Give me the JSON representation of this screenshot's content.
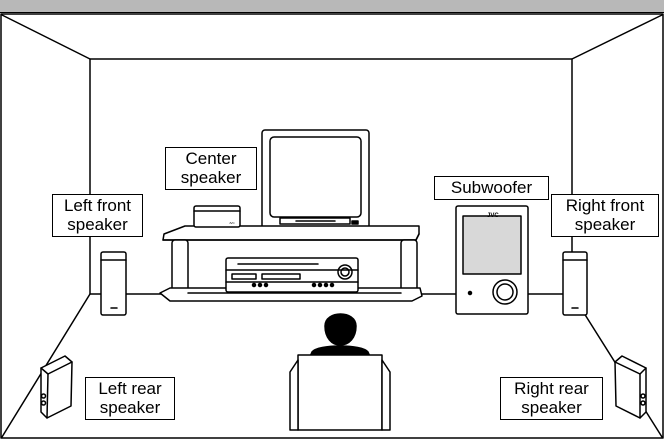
{
  "labels": {
    "center": [
      "Center",
      "speaker"
    ],
    "left_front": [
      "Left front",
      "speaker"
    ],
    "subwoofer": [
      "Subwoofer"
    ],
    "right_front": [
      "Right front",
      "speaker"
    ],
    "left_rear": [
      "Left rear",
      "speaker"
    ],
    "right_rear": [
      "Right rear",
      "speaker"
    ]
  },
  "brand_marks": {
    "subwoofer": "JVC"
  },
  "colors": {
    "line": "#000000",
    "header_band": "#b8b8b8",
    "background": "#ffffff"
  }
}
